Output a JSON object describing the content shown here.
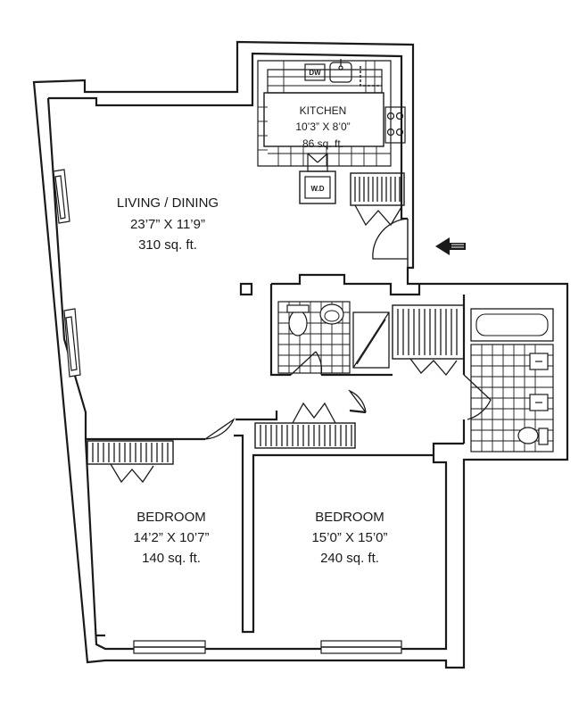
{
  "rooms": {
    "living": {
      "name": "LIVING / DINING",
      "dims": "23’7” X 11’9”",
      "area": "310 sq. ft."
    },
    "kitchen": {
      "name": "KITCHEN",
      "dims": "10’3” X 8’0”",
      "area": "86 sq. ft."
    },
    "bedroom_left": {
      "name": "BEDROOM",
      "dims": "14’2” X 10’7”",
      "area": "140 sq. ft."
    },
    "bedroom_right": {
      "name": "BEDROOM",
      "dims": "15’0” X 15’0”",
      "area": "240 sq. ft."
    }
  },
  "appliances": {
    "dishwasher": "DW",
    "washer_dryer": "W.D"
  },
  "entry_arrow": "entry-arrow-icon"
}
